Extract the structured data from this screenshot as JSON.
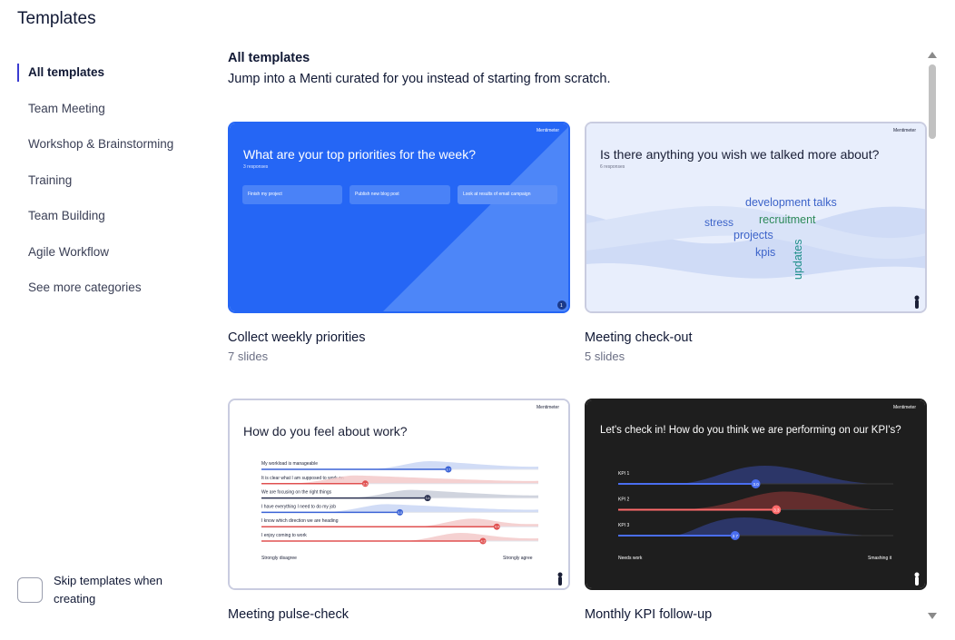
{
  "page_title": "Templates",
  "sidebar": {
    "items": [
      {
        "label": "All templates"
      },
      {
        "label": "Team Meeting"
      },
      {
        "label": "Workshop & Brainstorming"
      },
      {
        "label": "Training"
      },
      {
        "label": "Team Building"
      },
      {
        "label": "Agile Workflow"
      },
      {
        "label": "See more categories"
      }
    ]
  },
  "skip_templates": {
    "label": "Skip templates when creating",
    "checked": false
  },
  "main": {
    "heading": "All templates",
    "subheading": "Jump into a Menti curated for you instead of starting from scratch."
  },
  "brand_label": "Mentimeter",
  "cards": [
    {
      "title": "Collect weekly priorities",
      "slides": "7 slides",
      "slide": {
        "question": "What are your top priorities for the week?",
        "responses": "3 responses",
        "answers": [
          "Finish my project",
          "Publish new blog post",
          "Look at results of email campaign"
        ],
        "bg_color": "#2566f5",
        "person_count": "1"
      }
    },
    {
      "title": "Meeting check-out",
      "slides": "5 slides",
      "slide": {
        "question": "Is there anything you wish we talked more about?",
        "responses": "6 responses",
        "words": [
          "development talks",
          "stress",
          "recruitment",
          "projects",
          "kpis",
          "updates"
        ],
        "bg_color": "#e8eefc"
      }
    },
    {
      "title": "Meeting pulse-check",
      "slides": "",
      "slide": {
        "question": "How do you feel about work?",
        "statements": [
          {
            "text": "My workload is manageable",
            "value": "3.7"
          },
          {
            "text": "It is clear what I am supposed to work on",
            "value": "2.5"
          },
          {
            "text": "We are focusing on the right things",
            "value": "3.4"
          },
          {
            "text": "I have everything I need to do my job",
            "value": "3.0"
          },
          {
            "text": "I know which direction we are heading",
            "value": "4.4"
          },
          {
            "text": "I enjoy coming to work",
            "value": "4.2"
          }
        ],
        "left_label": "Strongly disagree",
        "right_label": "Strongly agree"
      }
    },
    {
      "title": "Monthly KPI follow-up",
      "slides": "",
      "slide": {
        "question": "Let's check in! How do you think we are performing on our KPI's?",
        "kpis": [
          {
            "label": "KPI 1",
            "value": "3.0"
          },
          {
            "label": "KPI 2",
            "value": "3.3"
          },
          {
            "label": "KPI 3",
            "value": "2.7"
          }
        ],
        "left_label": "Needs work",
        "right_label": "Smashing it",
        "bg_color": "#1e1e1e"
      }
    }
  ]
}
